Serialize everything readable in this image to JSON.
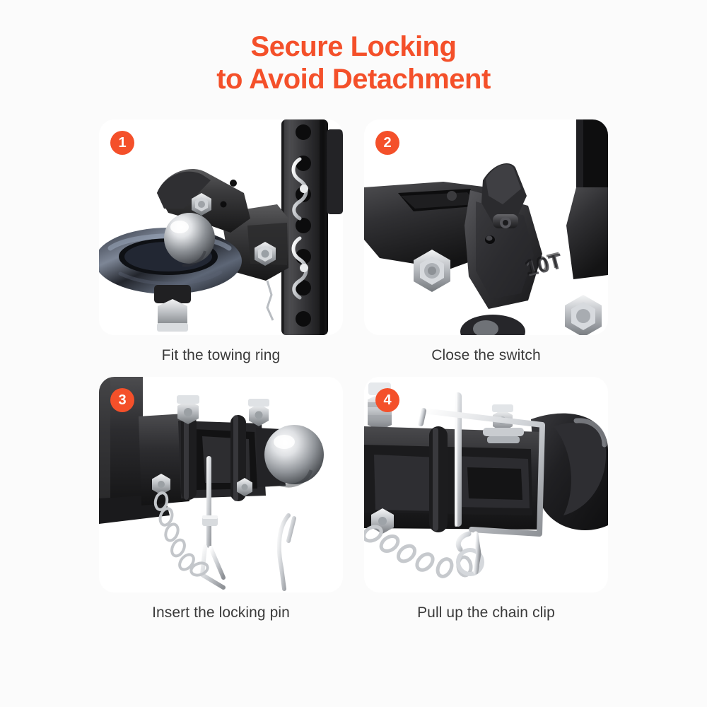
{
  "page": {
    "background_color": "#fbfbfb",
    "accent_color": "#f4502a",
    "caption_color": "#3a3a3a"
  },
  "title": {
    "line1": "Secure Locking",
    "line2": "to Avoid Detachment",
    "color": "#f4502a"
  },
  "steps": [
    {
      "number": "1",
      "caption": "Fit the towing ring",
      "image_alt": "pintle-hook-with-towing-ring-and-hitch-bar"
    },
    {
      "number": "2",
      "caption": "Close the switch",
      "image_alt": "pintle-hook-latch-closeup-10T-marking",
      "embossed_text": "10T"
    },
    {
      "number": "3",
      "caption": "Insert the locking pin",
      "image_alt": "locking-pin-inserted-with-safety-chain"
    },
    {
      "number": "4",
      "caption": "Pull up the chain clip",
      "image_alt": "chain-clip-pulled-up-over-pin"
    }
  ]
}
